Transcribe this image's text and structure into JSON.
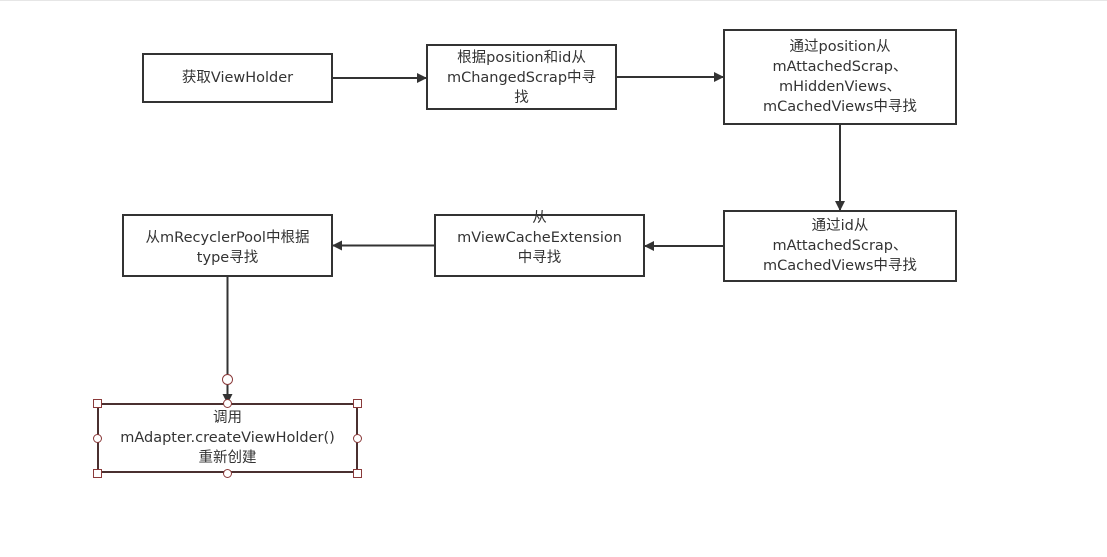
{
  "diagram": {
    "colors": {
      "stroke": "#333333",
      "selection": "#8a3a3a",
      "background": "#ffffff"
    },
    "nodes": [
      {
        "id": "n1",
        "lines": [
          "获取ViewHolder"
        ]
      },
      {
        "id": "n2",
        "lines": [
          "根据position和id从",
          "mChangedScrap中寻",
          "找"
        ]
      },
      {
        "id": "n3",
        "lines": [
          "通过position从",
          "mAttachedScrap、",
          "mHiddenViews、",
          "mCachedViews中寻找"
        ]
      },
      {
        "id": "n4",
        "lines": [
          "通过id从",
          "mAttachedScrap、",
          "mCachedViews中寻找"
        ]
      },
      {
        "id": "n5",
        "lines": [
          "从",
          "mViewCacheExtension",
          "中寻找"
        ]
      },
      {
        "id": "n6",
        "lines": [
          "从mRecyclerPool中根据",
          "type寻找"
        ]
      },
      {
        "id": "n7",
        "lines": [
          "调用",
          "mAdapter.createViewHolder()",
          "重新创建"
        ],
        "selected": true
      }
    ],
    "edges": [
      {
        "from": "n1",
        "to": "n2"
      },
      {
        "from": "n2",
        "to": "n3"
      },
      {
        "from": "n3",
        "to": "n4"
      },
      {
        "from": "n4",
        "to": "n5"
      },
      {
        "from": "n5",
        "to": "n6"
      },
      {
        "from": "n6",
        "to": "n7"
      }
    ]
  }
}
